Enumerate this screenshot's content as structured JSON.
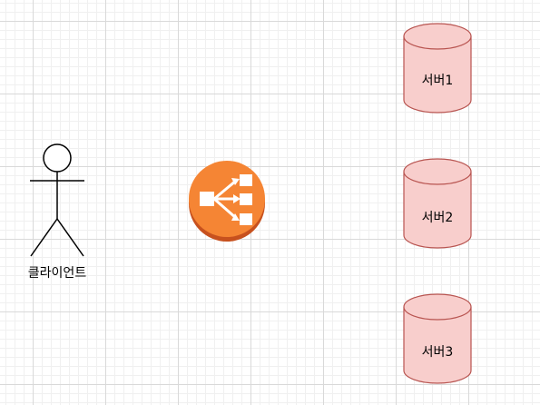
{
  "diagram": {
    "client": {
      "label": "클라이언트",
      "icon": "person-actor-icon",
      "stroke": "#000000"
    },
    "load_balancer": {
      "icon": "aws-elastic-load-balancer-icon",
      "fill": "#f58534",
      "shade": "#c7511e",
      "glyph": "#ffffff"
    },
    "servers": [
      {
        "label": "서버1"
      },
      {
        "label": "서버2"
      },
      {
        "label": "서버3"
      }
    ],
    "server_style": {
      "icon": "database-cylinder-icon",
      "fill": "#f8cecc",
      "stroke": "#b85450"
    }
  }
}
